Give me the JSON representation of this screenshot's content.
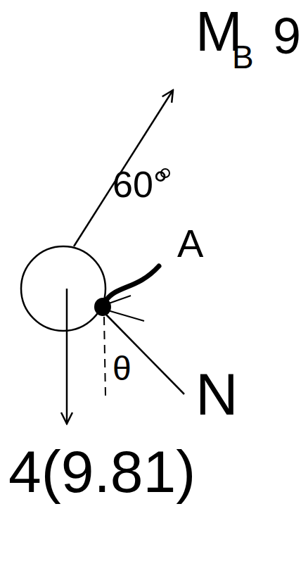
{
  "diagram": {
    "labels": [
      "M",
      "B",
      "9",
      "60°",
      "A",
      "θ",
      "N",
      "4(9.81)"
    ]
  }
}
